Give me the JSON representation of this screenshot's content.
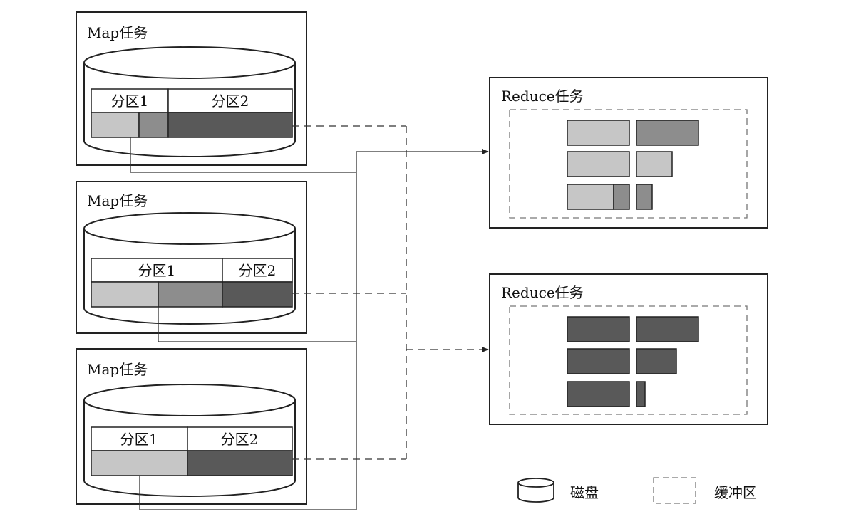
{
  "map_tasks": [
    {
      "title": "Map任务",
      "partitions": [
        "分区1",
        "分区2"
      ]
    },
    {
      "title": "Map任务",
      "partitions": [
        "分区1",
        "分区2"
      ]
    },
    {
      "title": "Map任务",
      "partitions": [
        "分区1",
        "分区2"
      ]
    }
  ],
  "reduce_tasks": [
    {
      "title": "Reduce任务"
    },
    {
      "title": "Reduce任务"
    }
  ],
  "legend": {
    "disk": "磁盘",
    "buffer": "缓冲区"
  },
  "colors": {
    "light": "#c6c6c6",
    "medium": "#8d8d8d",
    "dark": "#595959",
    "stroke": "#222222"
  }
}
